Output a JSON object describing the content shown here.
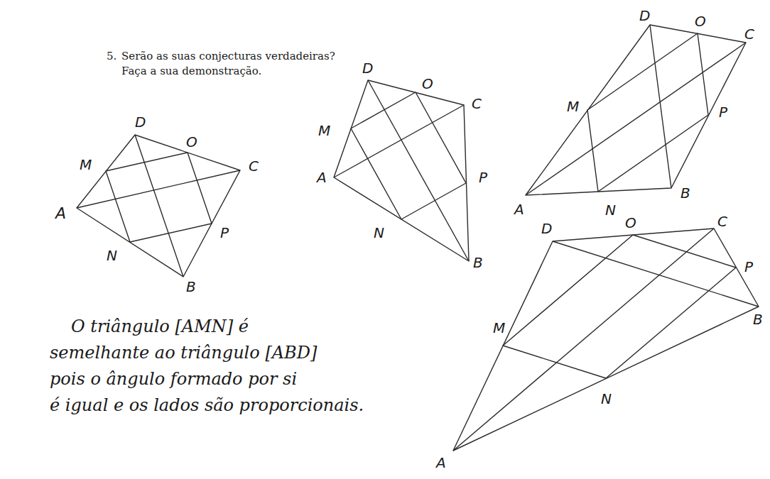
{
  "diagram": {
    "labels": [
      "5.",
      "Serão as suas conjecturas verdadeiras?",
      "Faça a sua demonstração.",
      "D",
      "O",
      "M",
      "C",
      "A",
      "P",
      "N",
      "B",
      "D",
      "O",
      "C",
      "M",
      "A",
      "P",
      "N",
      "B",
      "D",
      "O",
      "C",
      "M",
      "P",
      "A",
      "N",
      "B",
      "D",
      "O",
      "C",
      "M",
      "P",
      "N",
      "A",
      "B",
      "O triângulo [AMN] é",
      "semelhante ao triângulo [ABD]",
      "pois o ângulo formado por si",
      "é igual e os lados são proporcionais."
    ]
  }
}
